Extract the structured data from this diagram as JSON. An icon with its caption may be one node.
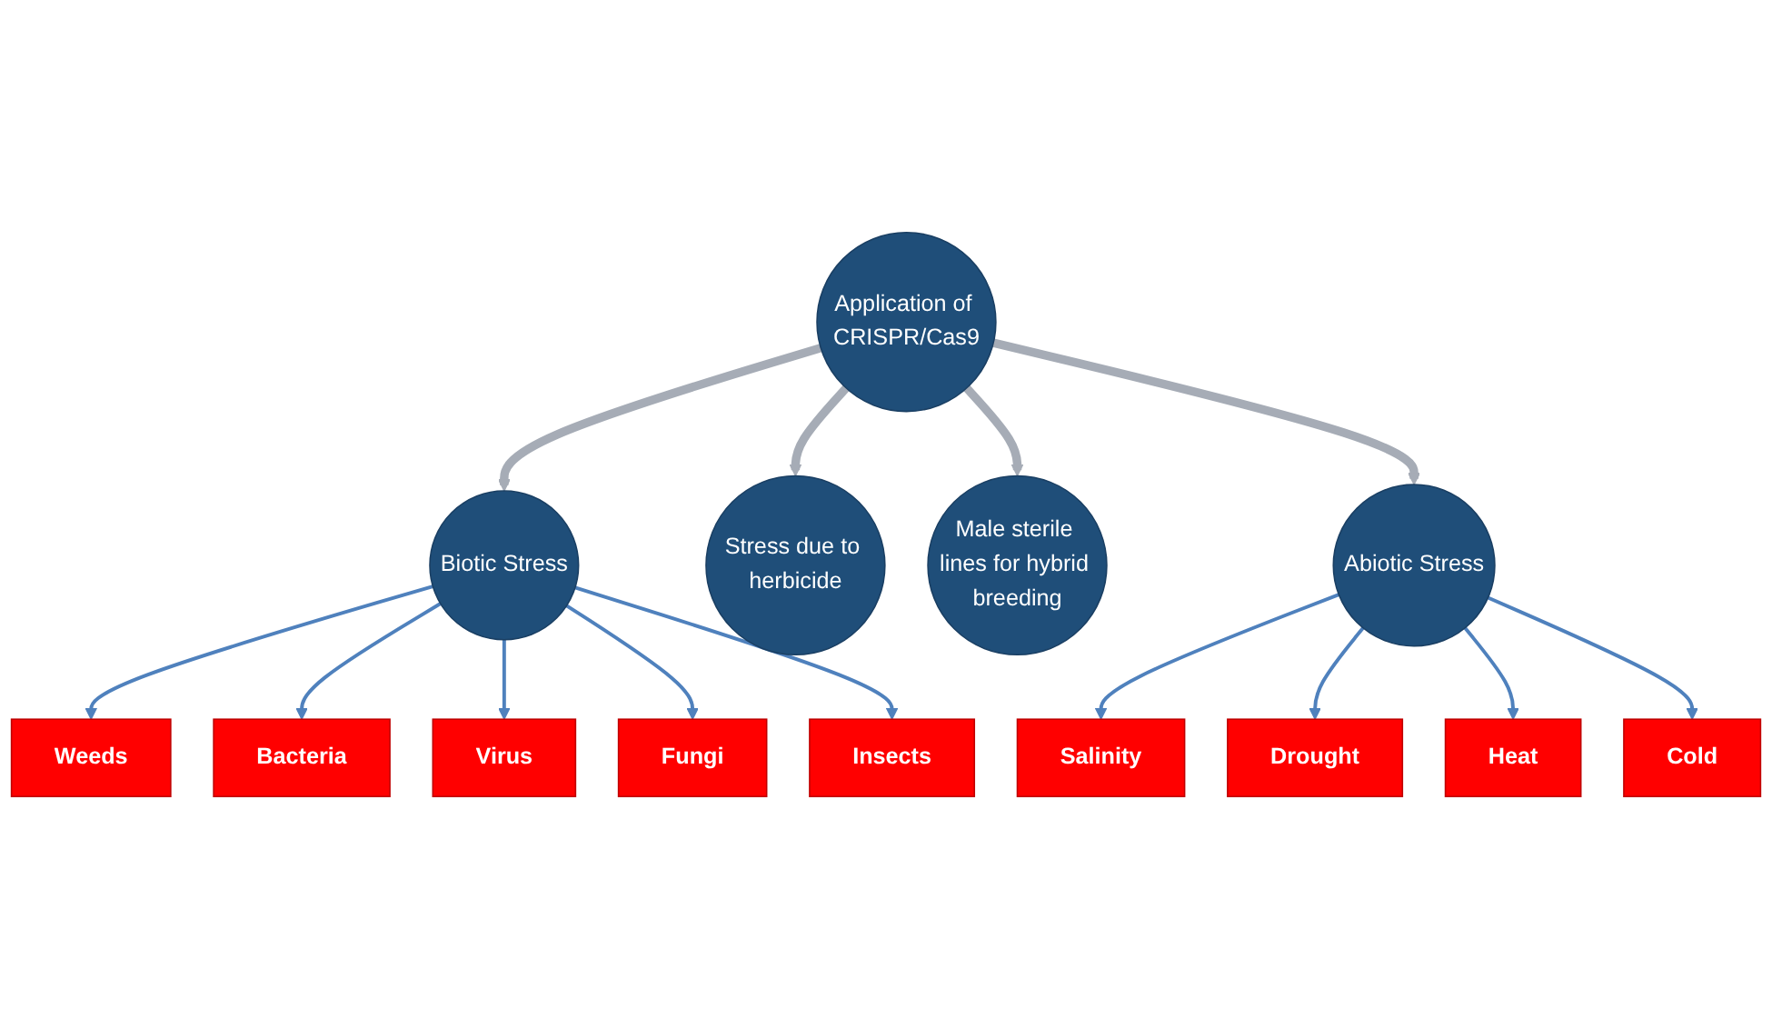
{
  "diagram": {
    "nodes": [
      {
        "text": [
          "Weeds"
        ]
      },
      {
        "text": [
          "Bacteria"
        ]
      },
      {
        "text": [
          "Biotic Stress"
        ]
      },
      {
        "text": [
          "Virus"
        ]
      },
      {
        "text": [
          "Fungi"
        ]
      },
      {
        "text": [
          "Insects"
        ]
      },
      {
        "text": [
          "Stress due to herbicide"
        ]
      },
      {
        "text": [
          "Application of CRISPR/Cas9"
        ]
      },
      {
        "text": [
          "Male sterile lines for hybrid breeding"
        ]
      },
      {
        "text": [
          "Salinity"
        ]
      },
      {
        "text": [
          "Abiotic Stress"
        ]
      },
      {
        "text": [
          "Drought"
        ]
      },
      {
        "text": [
          "Heat"
        ]
      },
      {
        "text": [
          "Cold"
        ]
      }
    ],
    "edges": [
      {
        "from": 7,
        "to": 2,
        "arrow": "to",
        "style": "thick",
        "color": "#a6acb6"
      },
      {
        "from": 7,
        "to": 6,
        "arrow": "to",
        "style": "thick",
        "color": "#a6acb6"
      },
      {
        "from": 7,
        "to": 8,
        "arrow": "to",
        "style": "thick",
        "color": "#a6acb6"
      },
      {
        "from": 7,
        "to": 10,
        "arrow": "to",
        "style": "thick",
        "color": "#a6acb6"
      },
      {
        "from": 2,
        "to": 0,
        "arrow": "to"
      },
      {
        "from": 2,
        "to": 1,
        "arrow": "to"
      },
      {
        "from": 2,
        "to": 3,
        "arrow": "to"
      },
      {
        "from": 2,
        "to": 4,
        "arrow": "to"
      },
      {
        "from": 2,
        "to": 5,
        "arrow": "to"
      },
      {
        "from": 10,
        "to": 9,
        "arrow": "to"
      },
      {
        "from": 10,
        "to": 11,
        "arrow": "to"
      },
      {
        "from": 10,
        "to": 12,
        "arrow": "to"
      },
      {
        "from": 10,
        "to": 13,
        "arrow": "to"
      }
    ]
  }
}
